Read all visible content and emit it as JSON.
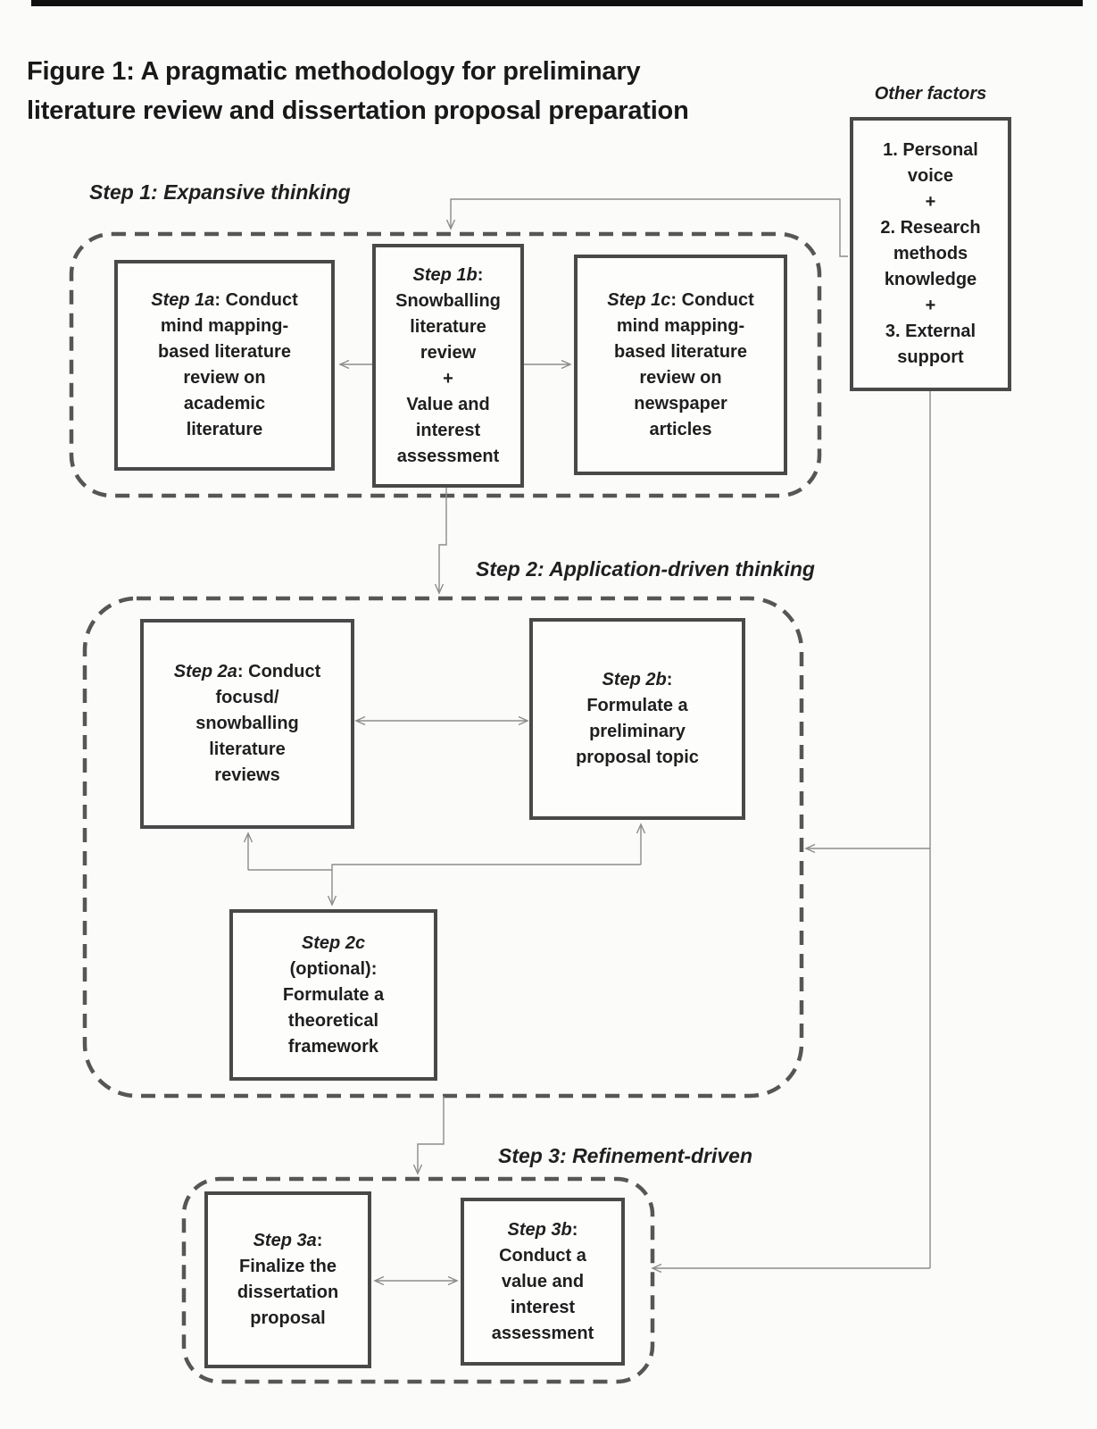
{
  "title": {
    "line1": "Figure 1: A pragmatic methodology for preliminary",
    "line2": "literature review and dissertation proposal preparation"
  },
  "sections": {
    "step1": {
      "label": "Step 1: Expansive thinking"
    },
    "step2": {
      "label": "Step 2: Application-driven thinking"
    },
    "step3": {
      "label": "Step 3: Refinement-driven"
    }
  },
  "other_factors": {
    "label": "Other factors",
    "lines": [
      "1. Personal",
      "voice",
      "+",
      "2. Research",
      "methods",
      "knowledge",
      "+",
      "3. External",
      "support"
    ]
  },
  "boxes": {
    "step1a": {
      "name": "Step 1a",
      "name_suffix": ": Conduct",
      "lines": [
        "mind mapping-",
        "based literature",
        "review on",
        "academic",
        "literature"
      ]
    },
    "step1b": {
      "name": "Step 1b",
      "name_suffix": ":",
      "lines": [
        "Snowballing",
        "literature",
        "review",
        "+",
        "Value and",
        "interest",
        "assessment"
      ]
    },
    "step1c": {
      "name": "Step 1c",
      "name_suffix": ": Conduct",
      "lines": [
        "mind mapping-",
        "based literature",
        "review on",
        "newspaper",
        "articles"
      ]
    },
    "step2a": {
      "name": "Step 2a",
      "name_suffix": ": Conduct",
      "lines": [
        "focusd/",
        "snowballing",
        "literature",
        "reviews"
      ]
    },
    "step2b": {
      "name": "Step 2b",
      "name_suffix": ":",
      "lines": [
        "Formulate a",
        "preliminary",
        "proposal topic"
      ]
    },
    "step2c": {
      "name": "Step 2c",
      "name_suffix": "",
      "lines": [
        "(optional):",
        "Formulate a",
        "theoretical",
        "framework"
      ]
    },
    "step3a": {
      "name": "Step 3a",
      "name_suffix": ":",
      "lines": [
        "Finalize the",
        "dissertation",
        "proposal"
      ]
    },
    "step3b": {
      "name": "Step 3b",
      "name_suffix": ":",
      "lines": [
        "Conduct a",
        "value and",
        "interest",
        "assessment"
      ]
    }
  },
  "colors": {
    "text": "#1f1f1f",
    "box_border": "#494949",
    "dashed_border": "#565656",
    "connector_line": "#8c8c8c",
    "background": "#fbfbfa"
  }
}
